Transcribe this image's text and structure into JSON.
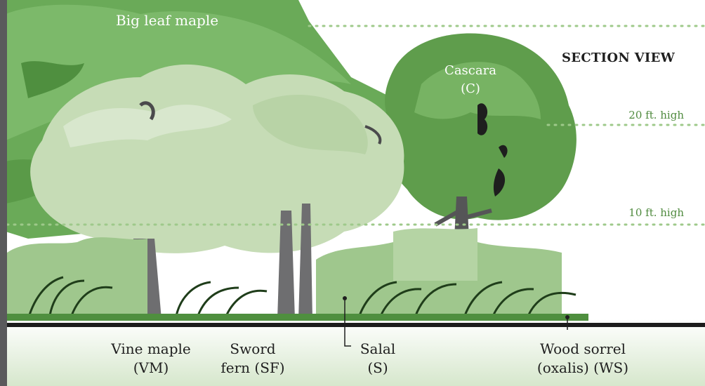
{
  "title": "SECTION VIEW",
  "trees": {
    "maple": "Big leaf maple",
    "cascara": {
      "name": "Cascara",
      "code": "(C)"
    }
  },
  "heights": {
    "h20": "20 ft. high",
    "h10": "10 ft. high"
  },
  "labels": {
    "vine_maple": {
      "name": "Vine maple",
      "code": "(VM)"
    },
    "sword_fern": {
      "name": "Sword",
      "name2": "fern (SF)"
    },
    "salal": {
      "name": "Salal",
      "code": "(S)"
    },
    "wood_sorrel": {
      "name": "Wood sorrel",
      "code": "(oxalis) (WS)"
    }
  },
  "colors": {
    "maple_dark": "#6aaa58",
    "maple_light": "#c6dcb6",
    "cascara": "#5f9d4c",
    "ground": "#1c1c1c",
    "trunk": "#6e6e70",
    "dotted_line": "#9ec98a"
  }
}
